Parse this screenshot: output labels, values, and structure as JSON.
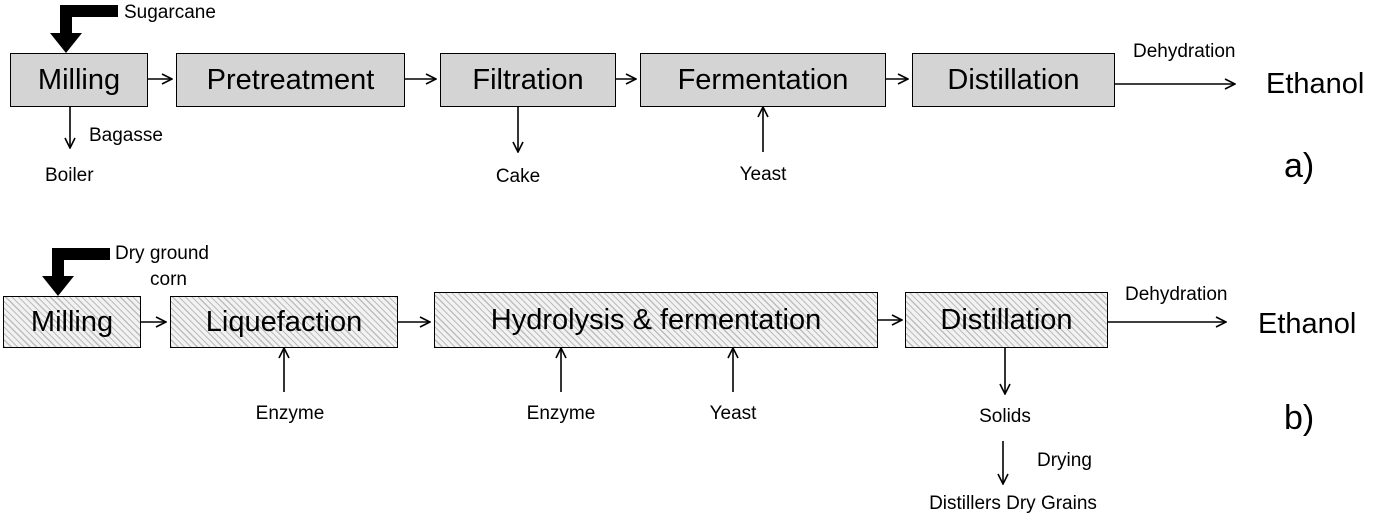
{
  "diagram_a": {
    "feed": "Sugarcane",
    "steps": [
      "Milling",
      "Pretreatment",
      "Filtration",
      "Fermentation",
      "Distillation"
    ],
    "side_labels": {
      "bagasse": "Bagasse",
      "boiler": "Boiler",
      "cake": "Cake",
      "yeast": "Yeast",
      "dehydration": "Dehydration"
    },
    "product": "Ethanol",
    "panel_label": "a)"
  },
  "diagram_b": {
    "feed_line1": "Dry ground",
    "feed_line2": "corn",
    "steps": [
      "Milling",
      "Liquefaction",
      "Hydrolysis & fermentation",
      "Distillation"
    ],
    "side_labels": {
      "enzyme_1": "Enzyme",
      "enzyme_2": "Enzyme",
      "yeast": "Yeast",
      "dehydration": "Dehydration",
      "solids": "Solids",
      "drying": "Drying",
      "ddg": "Distillers Dry Grains"
    },
    "product": "Ethanol",
    "panel_label": "b)"
  }
}
